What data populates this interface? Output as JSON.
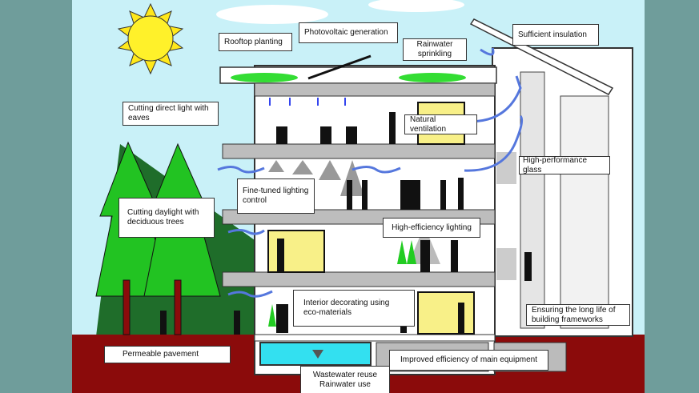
{
  "labels": {
    "rooftop_planting": "Rooftop planting",
    "photovoltaic": "Photovoltaic generation",
    "rainwater_sprinkling": "Rainwater sprinkling",
    "insulation": "Sufficient insulation",
    "eaves": "Cutting direct light with eaves",
    "natural_ventilation": "Natural ventilation",
    "glass": "High-performance glass",
    "lighting_control": "Fine-tuned lighting control",
    "deciduous_trees": "Cutting daylight with deciduous trees",
    "efficient_lighting": "High-efficiency lighting",
    "eco_materials": "Interior decorating using eco-materials",
    "frameworks": "Ensuring the long life of building frameworks",
    "pavement": "Permeable pavement",
    "main_equipment": "Improved efficiency of main equipment",
    "wastewater": "Wastewater reuse",
    "rainwater_use": "Rainwater use"
  },
  "colors": {
    "sky": "#c9f1f8",
    "ground": "#8b0b0b",
    "tree": "#22c322",
    "sun": "#ffee22",
    "window": "#f8f088",
    "water": "#33e0f0"
  }
}
